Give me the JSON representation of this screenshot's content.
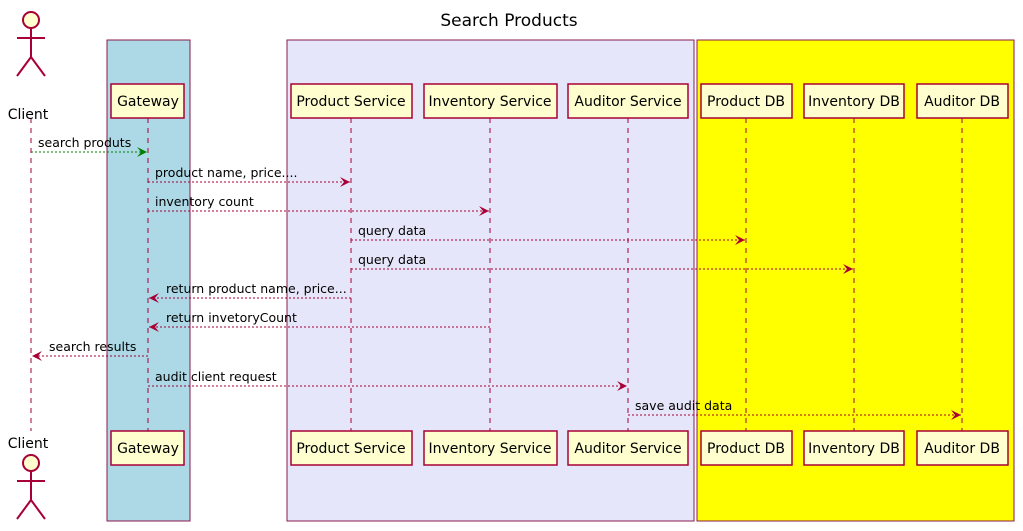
{
  "title": "Search Products",
  "colors": {
    "box_border": "#8b1a4b",
    "participant_fill": "#fefece",
    "participant_border": "#a80036",
    "actor_fill": "#fefece",
    "actor_border": "#a80036",
    "lifeline": "#a80036",
    "message_default": "#a80036",
    "message_green": "#008000"
  },
  "boxes": [
    {
      "id": "gateway-box",
      "color": "#add8e6"
    },
    {
      "id": "services-box",
      "color": "#e6e6fa"
    },
    {
      "id": "db-box",
      "color": "#ffff00"
    }
  ],
  "participants": [
    {
      "id": "client",
      "label": "Client",
      "kind": "actor"
    },
    {
      "id": "gateway",
      "label": "Gateway",
      "kind": "participant"
    },
    {
      "id": "product-service",
      "label": "Product Service",
      "kind": "participant"
    },
    {
      "id": "inventory-service",
      "label": "Inventory Service",
      "kind": "participant"
    },
    {
      "id": "auditor-service",
      "label": "Auditor Service",
      "kind": "participant"
    },
    {
      "id": "product-db",
      "label": "Product DB",
      "kind": "participant"
    },
    {
      "id": "inventory-db",
      "label": "Inventory DB",
      "kind": "participant"
    },
    {
      "id": "auditor-db",
      "label": "Auditor DB",
      "kind": "participant"
    }
  ],
  "messages": [
    {
      "from": "client",
      "to": "gateway",
      "label": "search produts",
      "color": "green"
    },
    {
      "from": "gateway",
      "to": "product-service",
      "label": "product name, price....",
      "color": "default"
    },
    {
      "from": "gateway",
      "to": "inventory-service",
      "label": "inventory count",
      "color": "default"
    },
    {
      "from": "product-service",
      "to": "product-db",
      "label": "query data",
      "color": "default"
    },
    {
      "from": "product-service",
      "to": "inventory-db",
      "label": "query data",
      "color": "default"
    },
    {
      "from": "product-service",
      "to": "gateway",
      "label": "return product name, price...",
      "color": "default"
    },
    {
      "from": "inventory-service",
      "to": "gateway",
      "label": "return invetoryCount",
      "color": "default"
    },
    {
      "from": "gateway",
      "to": "client",
      "label": "search results",
      "color": "default"
    },
    {
      "from": "gateway",
      "to": "auditor-service",
      "label": "audit client request",
      "color": "default"
    },
    {
      "from": "auditor-service",
      "to": "auditor-db",
      "label": "save audit data",
      "color": "default"
    }
  ]
}
